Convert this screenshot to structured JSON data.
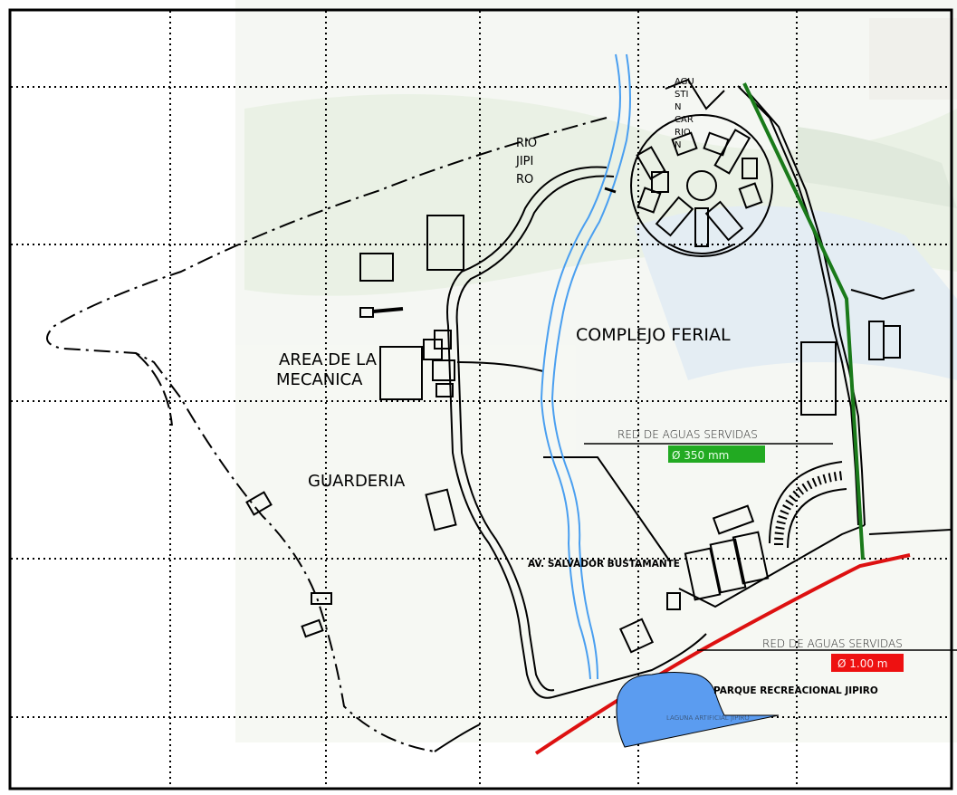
{
  "labels": {
    "rio": [
      "RIO",
      "JIPI",
      "RO"
    ],
    "agustin": [
      "AGU",
      "STI",
      "N",
      "CAR",
      "RIO",
      "N"
    ],
    "complejo": "COMPLEJO FERIAL",
    "area_mecanica": [
      "AREA DE LA",
      "MECANICA"
    ],
    "guarderia": "GUARDERIA",
    "av_salvador": "AV. SALVADOR BUSTAMANTE",
    "red1_title": "RED DE AGUAS SERVIDAS",
    "red1_diam": "Ø 350 mm",
    "red2_title": "RED DE AGUAS SERVIDAS",
    "red2_diam": "Ø 1.00 m",
    "parque": "PARQUE RECREACIONAL JIPIRO",
    "laguna": "LAGUNA ARTIFICIAL JIPIRO"
  },
  "colors": {
    "green_line": "#1a7a1a",
    "green_box": "#22aa22",
    "red_line": "#dd1111",
    "red_box": "#ee1111",
    "river": "#4a9ff0",
    "lagoon": "#5b9cf0",
    "background_tint": "#e8efe0"
  }
}
